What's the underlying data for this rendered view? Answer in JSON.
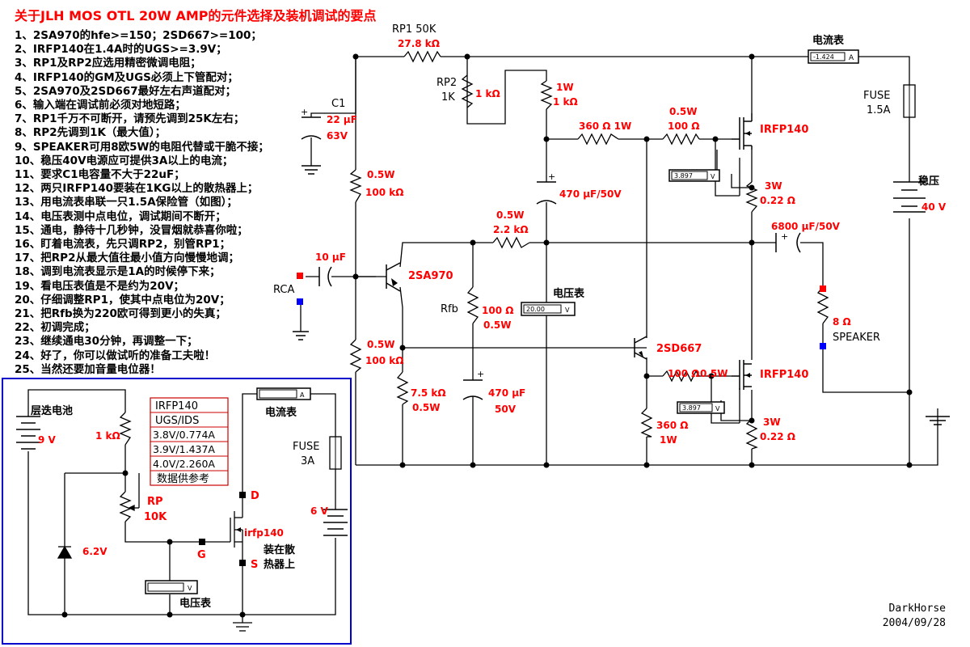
{
  "title": "关于JLH MOS OTL 20W AMP的元件选择及装机调试的要点",
  "steps": [
    "1、2SA970的hfe>=150；2SD667>=100；",
    "2、IRFP140在1.4A时的UGS>=3.9V；",
    "3、RP1及RP2应选用精密微调电阻；",
    "4、IRFP140的GM及UGS必须上下管配对；",
    "5、2SA970及2SD667最好左右声道配对；",
    "6、输入端在调试前必须对地短路；",
    "7、RP1千万不可断开，请预先调到25K左右；",
    "8、RP2先调到1K（最大值）；",
    "9、SPEAKER可用8欧5W的电阻代替或干脆不接；",
    "10、稳压40V电源应可提供3A以上的电流；",
    "11、要求C1电容量不大于22uF；",
    "12、两只IRFP140要装在1KG以上的散热器上；",
    "13、用电流表串联一只1.5A保险管（如图）；",
    "14、电压表测中点电位，调试期间不断开；",
    "15、通电，静待十几秒钟，没冒烟就恭喜你啦；",
    "16、盯着电流表，先只调RP2，别管RP1；",
    "17、把RP2从最大值往最小值方向慢慢地调；",
    "18、调到电流表显示是1A的时候停下来；",
    "19、看电压表值是不是约为20V；",
    "20、仔细调整RP1，使其中点电位为20V；",
    "21、把Rfb换为220欧可得到更小的失真；",
    "22、初调完成；",
    "23、继续通电30分钟，再调整一下；",
    "24、好了，你可以做试听的准备工夫啦！",
    "25、当然还要加音量电位器！"
  ],
  "main": {
    "rp1": {
      "name": "RP1 50K",
      "value": "27.8 kΩ"
    },
    "rp2": {
      "name1": "RP2",
      "name2": "1K",
      "value": "1 kΩ"
    },
    "c1": {
      "name": "C1",
      "value": "22 µF",
      "voltage": "63V"
    },
    "r_1k": {
      "power": "1W",
      "value": "1 kΩ"
    },
    "r_360_top": {
      "value": "360 Ω 1W"
    },
    "r_100_top": {
      "power": "0.5W",
      "value": "100 Ω"
    },
    "q_top": "IRFP140",
    "meter_top_v": "3.897",
    "meter_top_unit": "V",
    "r_022_top": {
      "power": "3W",
      "value": "0.22 Ω"
    },
    "ammeter": {
      "label": "电流表",
      "reading": "-1.424",
      "unit": "A"
    },
    "fuse": {
      "name": "FUSE",
      "rating": "1.5A"
    },
    "supply": {
      "label": "稳压",
      "value": "40 V"
    },
    "c_470_top": {
      "value": "470 µF/50V"
    },
    "r_100k_top": {
      "power": "0.5W",
      "value": "100 kΩ"
    },
    "r_22k": {
      "power": "0.5W",
      "value": "2.2 kΩ"
    },
    "c_out": {
      "value": "6800 µF/50V"
    },
    "c_in": {
      "value": "10 µF"
    },
    "rca": "RCA",
    "q_pnp": "2SA970",
    "rfb": {
      "name": "Rfb",
      "value": "100 Ω",
      "power": "0.5W"
    },
    "voltmeter": {
      "label": "电压表",
      "reading": "20.00",
      "unit": "V"
    },
    "speaker": {
      "value": "8 Ω",
      "label": "SPEAKER"
    },
    "r_100k_bot": {
      "power": "0.5W",
      "value": "100 kΩ"
    },
    "q_npn": "2SD667",
    "r_75k": {
      "value": "7.5 kΩ",
      "power": "0.5W"
    },
    "c_470_bot": {
      "value": "470 µF",
      "voltage": "50V"
    },
    "r_100_bot": {
      "value": "100 Ω",
      "power": "0.5W"
    },
    "q_bot": "IRFP140",
    "meter_bot_v": "3.897",
    "meter_bot_unit": "V",
    "r_360_bot": {
      "value": "360 Ω",
      "power": "1W"
    },
    "r_022_bot": {
      "power": "3W",
      "value": "0.22 Ω"
    }
  },
  "test": {
    "battery": {
      "label": "层迭电池",
      "value": "9 V"
    },
    "r_1k": "1 kΩ",
    "zener": "6.2V",
    "rp": {
      "name": "RP",
      "value": "10K"
    },
    "g": "G",
    "d": "D",
    "s": "S",
    "q": "irfp140",
    "mount": [
      "装在散",
      "热器上"
    ],
    "ammeter": {
      "label": "电流表",
      "unit": "A"
    },
    "fuse": {
      "name": "FUSE",
      "rating": "3A"
    },
    "supply": "6 V",
    "voltmeter": {
      "label": "电压表",
      "unit": "V"
    },
    "table": {
      "rows": [
        "IRFP140",
        "UGS/IDS",
        "3.8V/0.774A",
        "3.9V/1.437A",
        "4.0V/2.260A",
        "数据供参考"
      ]
    }
  },
  "signature": {
    "author": "DarkHorse",
    "date": "2004/09/28"
  },
  "colors": {
    "value_text": "#ff0000",
    "wire": "#000000",
    "frame": "#0000cc",
    "terminal_in": "#ff0000",
    "terminal_gnd": "#0000ff"
  }
}
